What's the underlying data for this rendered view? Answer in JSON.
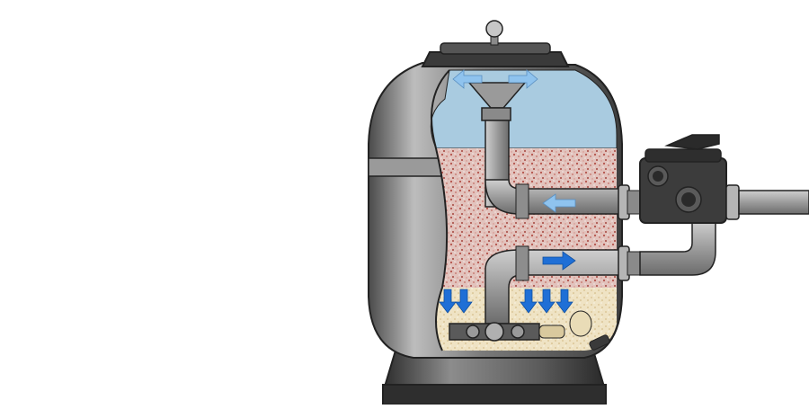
{
  "diagram": {
    "labels": [],
    "flow": {
      "top_distribution": [
        "left",
        "right"
      ],
      "upper_pipe": "inflow-left",
      "lower_pipe": "outflow-right",
      "bottom_arrows_count": 5
    },
    "colors": {
      "water": "#a9cbe0",
      "gravel": "#d9b2aa",
      "sand": "#e8d9b3",
      "tank_body": "#6f6f6f",
      "tank_highlight": "#b8b8b8",
      "pipe": "#9a9a9a",
      "valve": "#3c3c3c",
      "arrow_dark": "#1f6fd6",
      "arrow_light": "#8fc3ee",
      "outline": "#222222"
    }
  }
}
